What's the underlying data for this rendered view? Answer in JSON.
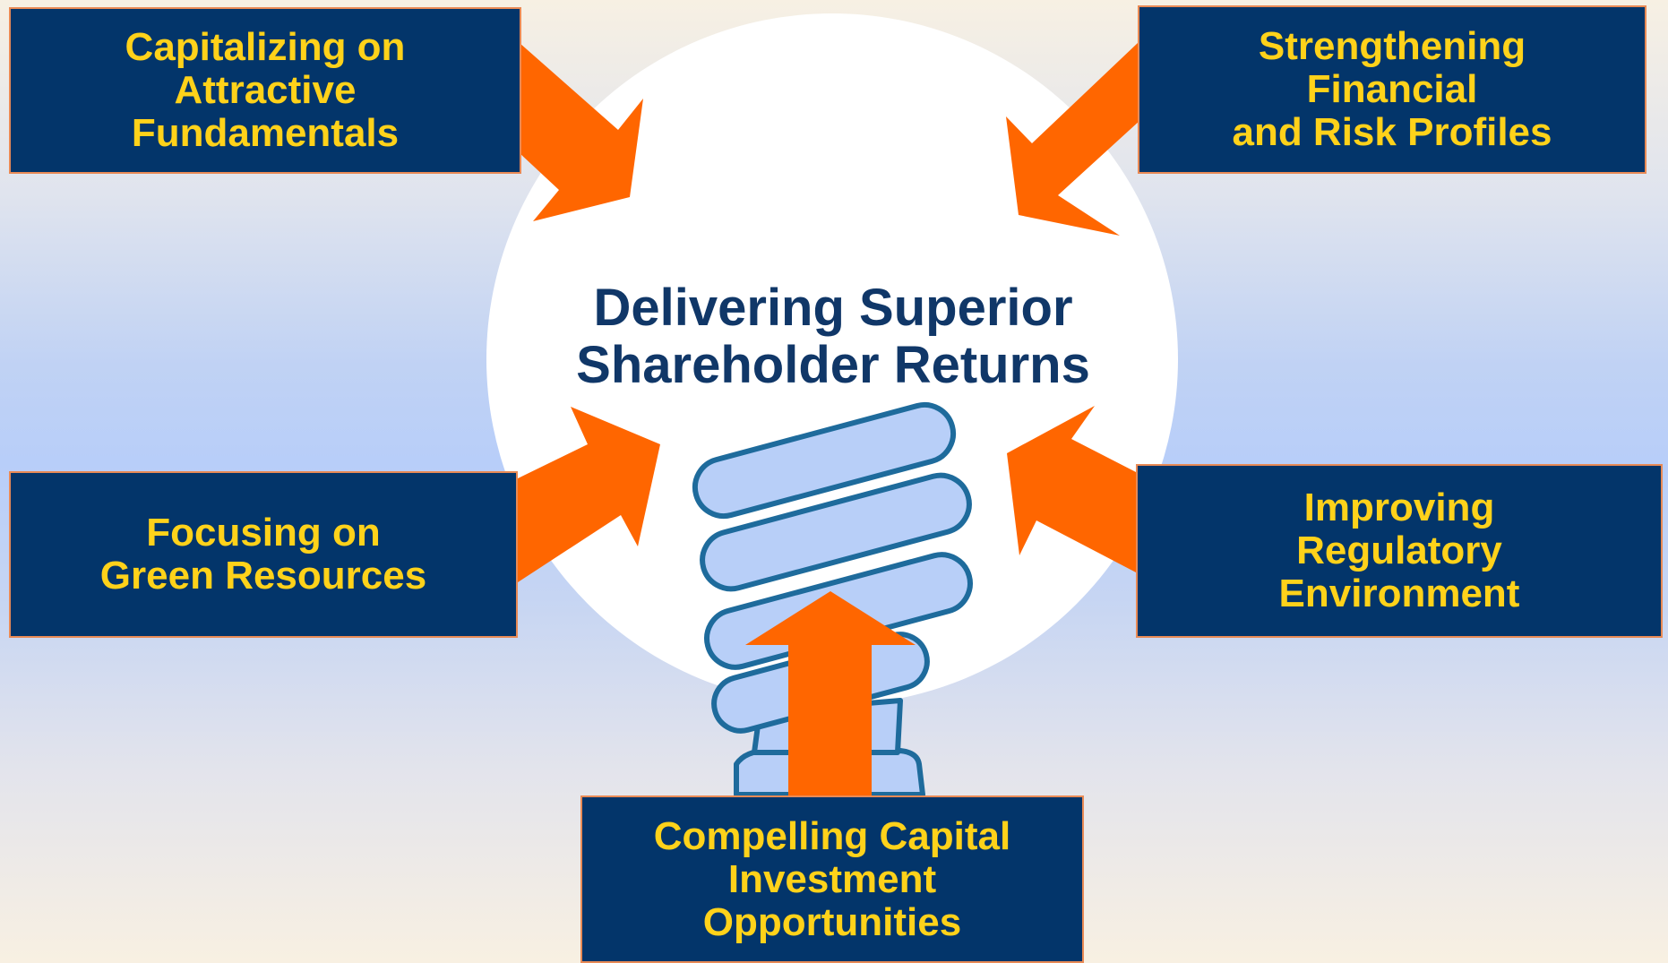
{
  "center": {
    "title": "Delivering Superior\nShareholder Returns"
  },
  "drivers": {
    "top_left": "Capitalizing on\nAttractive\nFundamentals",
    "top_right": "Strengthening\nFinancial\nand Risk Profiles",
    "middle_left": "Focusing on\nGreen Resources",
    "middle_right": "Improving\nRegulatory\nEnvironment",
    "bottom": "Compelling Capital\nInvestment\nOpportunities"
  },
  "colors": {
    "box_fill": "#03356a",
    "box_text": "#ffd21a",
    "arrow": "#ff6600",
    "title_text": "#103768",
    "bulb_fill": "#b8cff8",
    "bulb_outline": "#1e6b9c"
  },
  "icons": {
    "center_graphic": "light-bulb-icon",
    "connector": "arrow-icon"
  }
}
